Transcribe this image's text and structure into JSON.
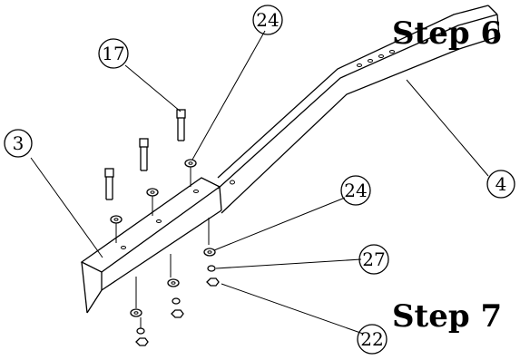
{
  "steps": {
    "step6": "Step 6",
    "step7": "Step 7"
  },
  "callouts": [
    {
      "id": "callout-3",
      "label": "3"
    },
    {
      "id": "callout-17",
      "label": "17"
    },
    {
      "id": "callout-24-top",
      "label": "24"
    },
    {
      "id": "callout-4",
      "label": "4"
    },
    {
      "id": "callout-24-bottom",
      "label": "24"
    },
    {
      "id": "callout-27",
      "label": "27"
    },
    {
      "id": "callout-22",
      "label": "22"
    }
  ]
}
